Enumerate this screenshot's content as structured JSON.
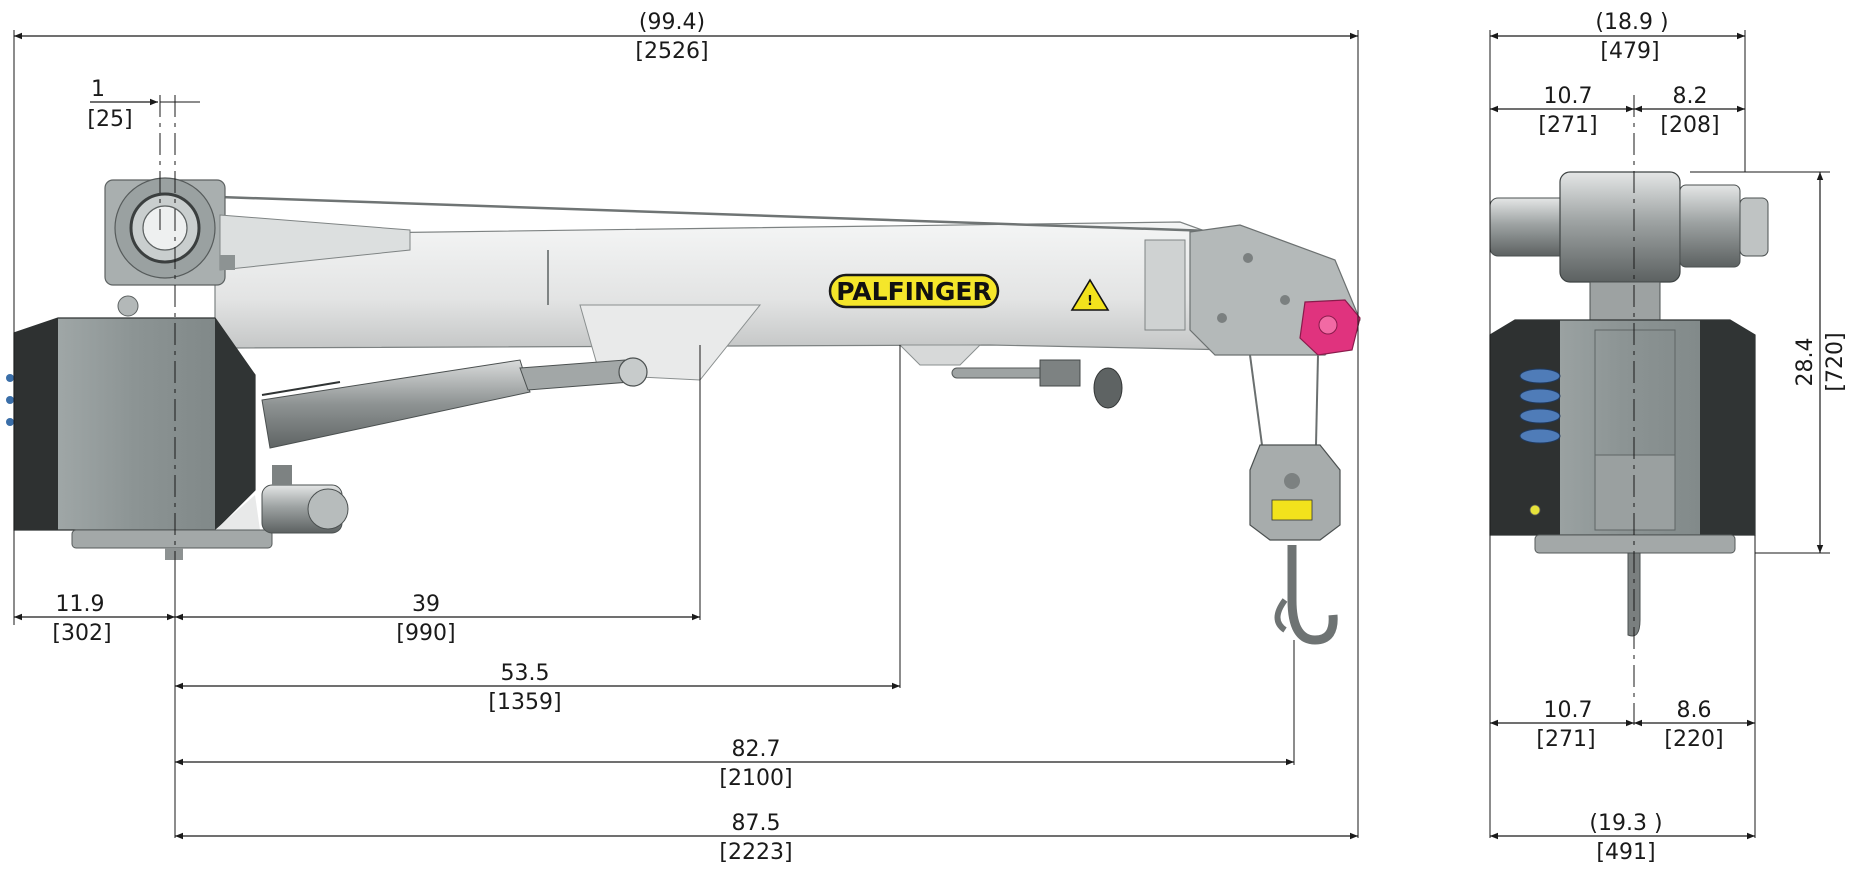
{
  "brand": {
    "logo_text": "PALFINGER"
  },
  "colors": {
    "boom": "#e6e7e7",
    "boom_shade": "#c9cbcb",
    "housing": "#8f9797",
    "housing_dark": "#2e3131",
    "metal": "#a6aaaa",
    "logo_yellow": "#f5e62a",
    "pink_bracket": "#e0337e",
    "warning_yellow": "#f2e21c"
  },
  "side_view": {
    "dims": {
      "total_length": {
        "imperial": "(99.4)",
        "metric": "[2526]"
      },
      "pivot_offset": {
        "imperial": "1",
        "metric": "[25]"
      },
      "rear_overhang": {
        "imperial": "11.9",
        "metric": "[302]"
      },
      "cylinder_pin": {
        "imperial": "39",
        "metric": "[990]"
      },
      "boom_bracket": {
        "imperial": "53.5",
        "metric": "[1359]"
      },
      "hook_reach": {
        "imperial": "82.7",
        "metric": "[2100]"
      },
      "boom_tip": {
        "imperial": "87.5",
        "metric": "[2223]"
      }
    }
  },
  "end_view": {
    "dims": {
      "top_overall": {
        "imperial": "(18.9 )",
        "metric": "[479]"
      },
      "top_left": {
        "imperial": "10.7",
        "metric": "[271]"
      },
      "top_right": {
        "imperial": "8.2",
        "metric": "[208]"
      },
      "height": {
        "imperial": "28.4",
        "metric": "[720]"
      },
      "bottom_left": {
        "imperial": "10.7",
        "metric": "[271]"
      },
      "bottom_right": {
        "imperial": "8.6",
        "metric": "[220]"
      },
      "base_overall": {
        "imperial": "(19.3 )",
        "metric": "[491]"
      }
    }
  }
}
